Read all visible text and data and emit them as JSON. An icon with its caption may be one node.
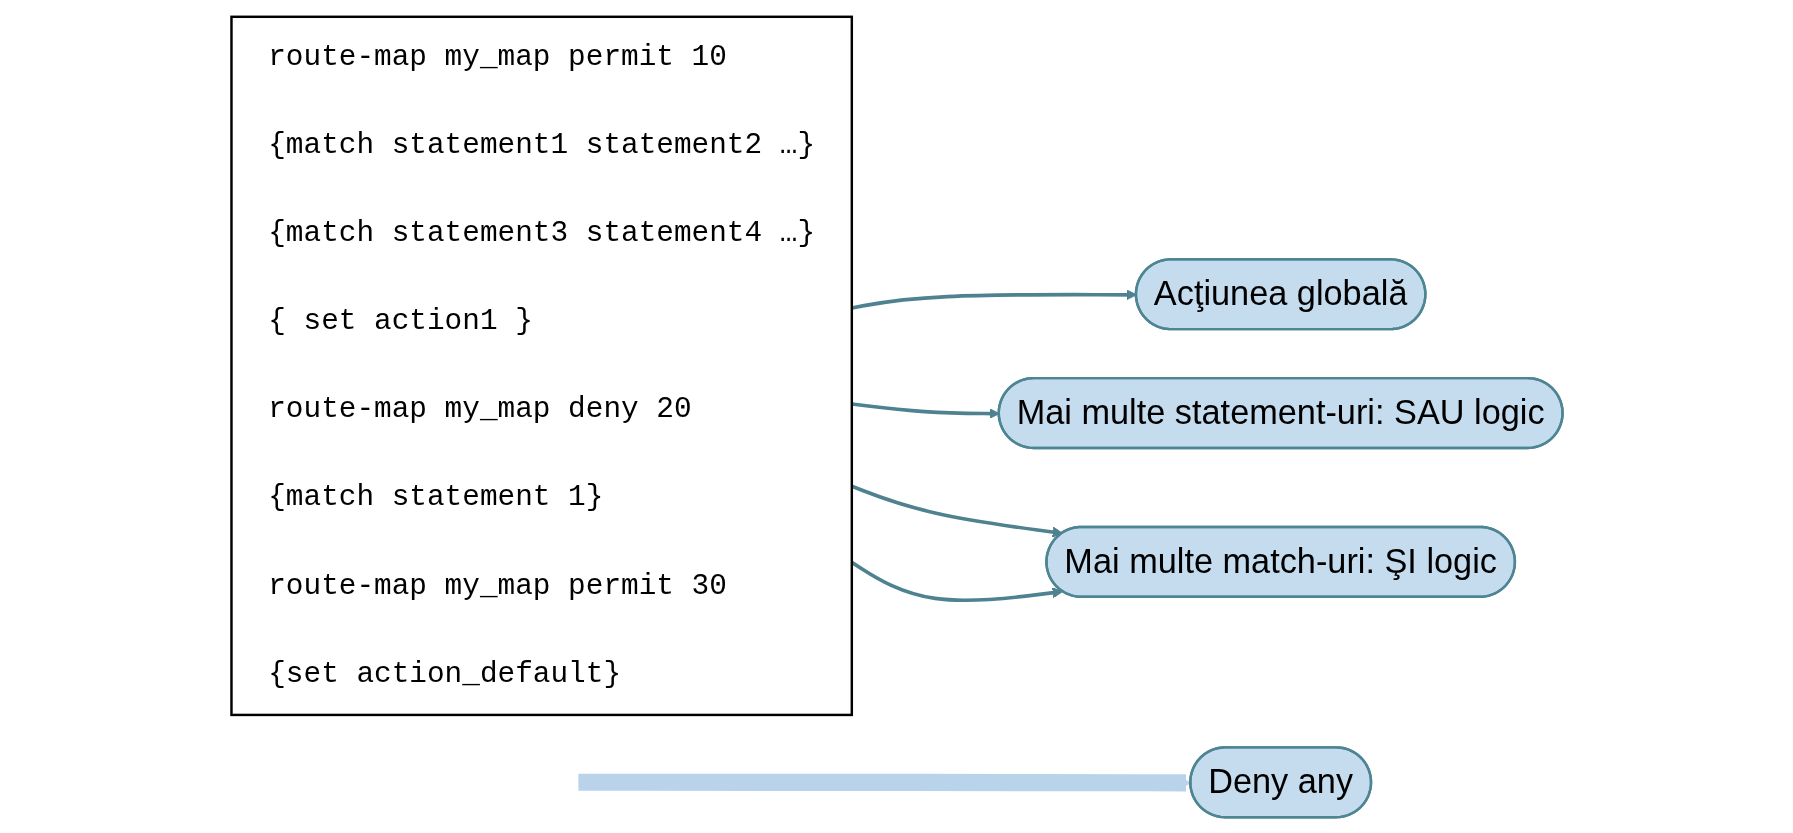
{
  "diagram": {
    "nodes": [
      {
        "text": [
          "route-map my_map permit 10",
          "{match statement1 statement2 …}",
          "{match statement3 statement4 …}",
          "{ set action1 }",
          "route-map my_map deny 20",
          "{match statement 1}",
          "route-map my_map permit 30",
          "{set action_default}"
        ]
      },
      {
        "text": [
          "Acţiunea globală"
        ]
      },
      {
        "text": [
          "Mai multe statement-uri: SAU logic"
        ]
      },
      {
        "text": [
          "Mai multe match-uri: ŞI logic"
        ]
      },
      {
        "text": [
          "Deny any"
        ]
      }
    ],
    "edges": [
      {
        "from": 0,
        "to": 1,
        "arrow": "to"
      },
      {
        "from": 0,
        "to": 2,
        "arrow": "to"
      },
      {
        "from": 0,
        "to": 3,
        "arrow": "to"
      },
      {
        "from": 0,
        "to": 3,
        "arrow": "to"
      },
      {
        "from": null,
        "to": 4,
        "arrow": "to",
        "style": "thick",
        "color": "#b9d3ea"
      }
    ]
  }
}
